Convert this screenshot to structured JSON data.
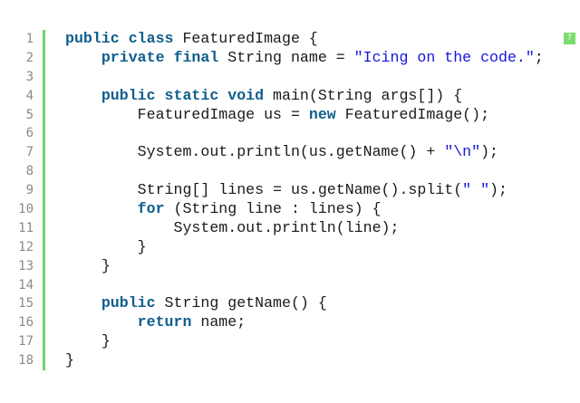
{
  "help_icon": "?",
  "lines": [
    {
      "n": "1",
      "segs": [
        [
          "kw",
          "public class"
        ],
        [
          "t",
          " FeaturedImage {"
        ]
      ]
    },
    {
      "n": "2",
      "segs": [
        [
          "t",
          "    "
        ],
        [
          "kw",
          "private final"
        ],
        [
          "t",
          " String name = "
        ],
        [
          "str",
          "\"Icing on the code.\""
        ],
        [
          "t",
          ";"
        ]
      ]
    },
    {
      "n": "3",
      "segs": []
    },
    {
      "n": "4",
      "segs": [
        [
          "t",
          "    "
        ],
        [
          "kw",
          "public static void"
        ],
        [
          "t",
          " main(String args[]) {"
        ]
      ]
    },
    {
      "n": "5",
      "segs": [
        [
          "t",
          "        FeaturedImage us = "
        ],
        [
          "kw",
          "new"
        ],
        [
          "t",
          " FeaturedImage();"
        ]
      ]
    },
    {
      "n": "6",
      "segs": []
    },
    {
      "n": "7",
      "segs": [
        [
          "t",
          "        System.out.println(us.getName() + "
        ],
        [
          "str",
          "\"\\n\""
        ],
        [
          "t",
          ");"
        ]
      ]
    },
    {
      "n": "8",
      "segs": []
    },
    {
      "n": "9",
      "segs": [
        [
          "t",
          "        String[] lines = us.getName().split("
        ],
        [
          "str",
          "\" \""
        ],
        [
          "t",
          ");"
        ]
      ]
    },
    {
      "n": "10",
      "segs": [
        [
          "t",
          "        "
        ],
        [
          "kw",
          "for"
        ],
        [
          "t",
          " (String line : lines) {"
        ]
      ]
    },
    {
      "n": "11",
      "segs": [
        [
          "t",
          "            System.out.println(line);"
        ]
      ]
    },
    {
      "n": "12",
      "segs": [
        [
          "t",
          "        }"
        ]
      ]
    },
    {
      "n": "13",
      "segs": [
        [
          "t",
          "    }"
        ]
      ]
    },
    {
      "n": "14",
      "segs": []
    },
    {
      "n": "15",
      "segs": [
        [
          "t",
          "    "
        ],
        [
          "kw",
          "public"
        ],
        [
          "t",
          " String getName() {"
        ]
      ]
    },
    {
      "n": "16",
      "segs": [
        [
          "t",
          "        "
        ],
        [
          "kw",
          "return"
        ],
        [
          "t",
          " name;"
        ]
      ]
    },
    {
      "n": "17",
      "segs": [
        [
          "t",
          "    }"
        ]
      ]
    },
    {
      "n": "18",
      "segs": [
        [
          "t",
          "}"
        ]
      ]
    }
  ]
}
